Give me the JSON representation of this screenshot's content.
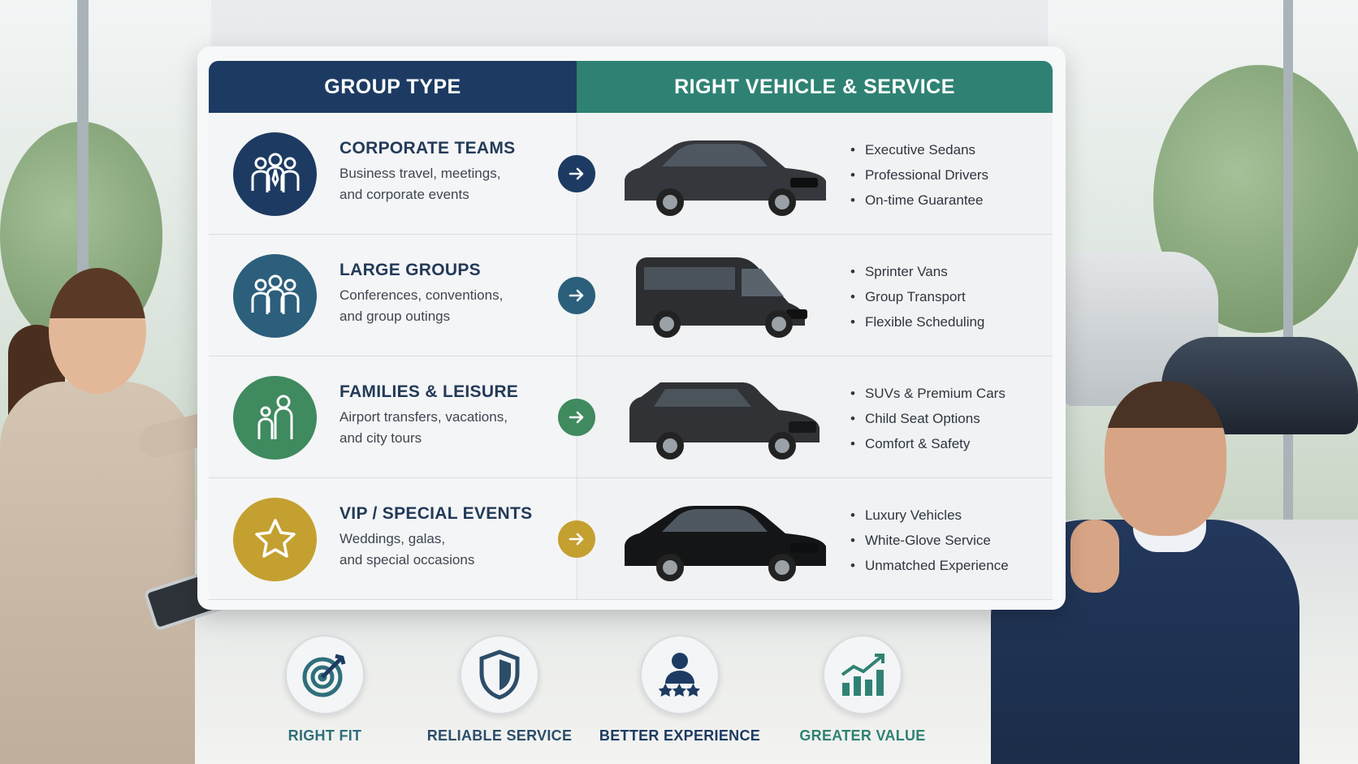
{
  "header": {
    "left_title": "GROUP TYPE",
    "right_title": "RIGHT VEHICLE & SERVICE"
  },
  "rows": [
    {
      "title": "CORPORATE TEAMS",
      "desc_line1": "Business travel, meetings,",
      "desc_line2": "and corporate events",
      "icon": "corporate-team-icon",
      "color": "#1d3b62",
      "vehicle": "sedan",
      "features": [
        "Executive Sedans",
        "Professional Drivers",
        "On-time Guarantee"
      ]
    },
    {
      "title": "LARGE GROUPS",
      "desc_line1": "Conferences, conventions,",
      "desc_line2": "and group outings",
      "icon": "large-group-icon",
      "color": "#2b5f7b",
      "vehicle": "van",
      "features": [
        "Sprinter Vans",
        "Group Transport",
        "Flexible Scheduling"
      ]
    },
    {
      "title": "FAMILIES & LEISURE",
      "desc_line1": "Airport transfers, vacations,",
      "desc_line2": "and city tours",
      "icon": "family-icon",
      "color": "#3f8a5f",
      "vehicle": "suv",
      "features": [
        "SUVs & Premium Cars",
        "Child Seat Options",
        "Comfort & Safety"
      ]
    },
    {
      "title": "VIP / SPECIAL EVENTS",
      "desc_line1": "Weddings, galas,",
      "desc_line2": "and special occasions",
      "icon": "star-icon",
      "color": "#c4a030",
      "vehicle": "luxury-sedan",
      "features": [
        "Luxury Vehicles",
        "White-Glove Service",
        "Unmatched Experience"
      ]
    }
  ],
  "benefits": [
    {
      "label": "RIGHT FIT",
      "icon": "target-icon",
      "color": "#2f6f7a"
    },
    {
      "label": "RELIABLE SERVICE",
      "icon": "shield-icon",
      "color": "#2c4d6a"
    },
    {
      "label": "BETTER EXPERIENCE",
      "icon": "person-stars-icon",
      "color": "#1d3b62"
    },
    {
      "label": "GREATER VALUE",
      "icon": "growth-chart-icon",
      "color": "#2f8273"
    }
  ]
}
